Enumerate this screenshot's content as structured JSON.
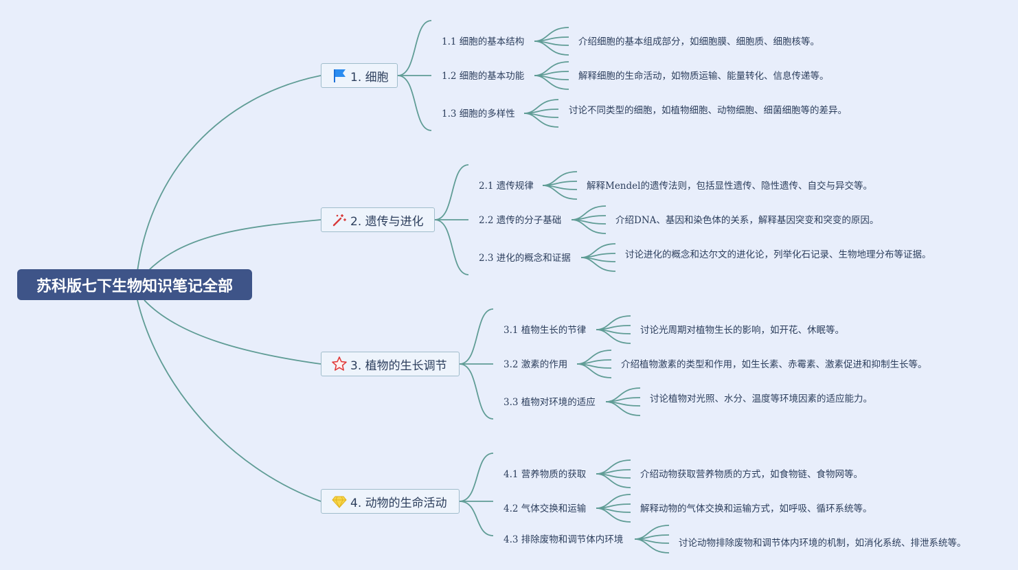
{
  "central": {
    "title": "苏科版七下生物知识笔记全部"
  },
  "colors": {
    "line": "#5f9c95",
    "central_bg": "#3e5488",
    "background": "#e8eefb"
  },
  "branches": [
    {
      "label": "1. 细胞",
      "icon": "blue-flag-icon",
      "topics": [
        {
          "label": "1.1 细胞的基本结构",
          "detail": "介绍细胞的基本组成部分，如细胞膜、细胞质、细胞核等。"
        },
        {
          "label": "1.2 细胞的基本功能",
          "detail": "解释细胞的生命活动，如物质运输、能量转化、信息传递等。"
        },
        {
          "label": "1.3 细胞的多样性",
          "detail": "讨论不同类型的细胞，如植物细胞、动物细胞、细菌细胞等的差异。"
        }
      ]
    },
    {
      "label": "2. 遗传与进化",
      "icon": "magic-wand-icon",
      "topics": [
        {
          "label": "2.1 遗传规律",
          "detail": "解释Mendel的遗传法则，包括显性遗传、隐性遗传、自交与异交等。"
        },
        {
          "label": "2.2 遗传的分子基础",
          "detail": "介绍DNA、基因和染色体的关系，解释基因突变和突变的原因。"
        },
        {
          "label": "2.3 进化的概念和证据",
          "detail": "讨论进化的概念和达尔文的进化论，列举化石记录、生物地理分布等证据。"
        }
      ]
    },
    {
      "label": "3. 植物的生长调节",
      "icon": "star-icon",
      "topics": [
        {
          "label": "3.1 植物生长的节律",
          "detail": "讨论光周期对植物生长的影响，如开花、休眠等。"
        },
        {
          "label": "3.2 激素的作用",
          "detail": "介绍植物激素的类型和作用，如生长素、赤霉素、激素促进和抑制生长等。"
        },
        {
          "label": "3.3 植物对环境的适应",
          "detail": "讨论植物对光照、水分、温度等环境因素的适应能力。"
        }
      ]
    },
    {
      "label": "4. 动物的生命活动",
      "icon": "gem-icon",
      "topics": [
        {
          "label": "4.1 营养物质的获取",
          "detail": "介绍动物获取营养物质的方式，如食物链、食物网等。"
        },
        {
          "label": "4.2 气体交换和运输",
          "detail": "解释动物的气体交换和运输方式，如呼吸、循环系统等。"
        },
        {
          "label": "4.3 排除废物和调节体内环境",
          "detail": "讨论动物排除废物和调节体内环境的机制，如消化系统、排泄系统等。"
        }
      ]
    }
  ]
}
